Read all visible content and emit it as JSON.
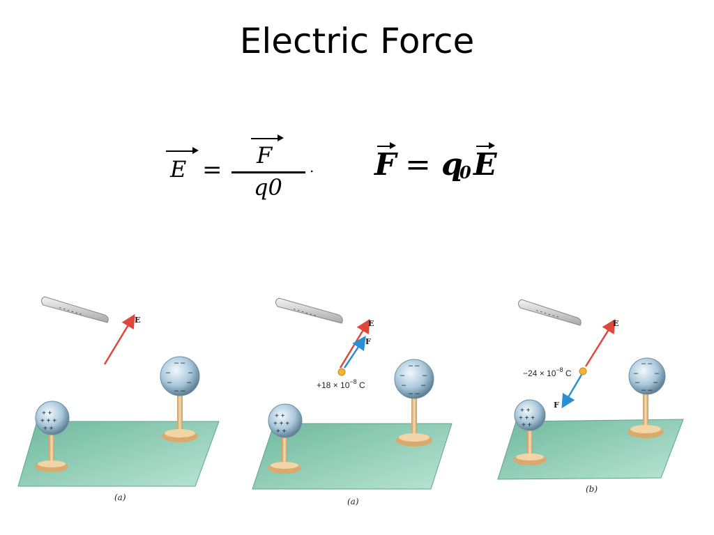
{
  "slide": {
    "title": "Electric Force"
  },
  "equations": {
    "field_def": {
      "lhs": "E",
      "equals": "=",
      "numerator": "F",
      "denominator": "q0",
      "trailing": "."
    },
    "force": {
      "lhs": "F",
      "equals": "=",
      "q": "q",
      "sub": "0",
      "rhs": "E"
    }
  },
  "panels": [
    {
      "caption": "(a)",
      "field_label": "E",
      "force_label": "",
      "charge_label": ""
    },
    {
      "caption": "(a)",
      "field_label": "E",
      "force_label": "F",
      "charge_label": "+18 × 10",
      "charge_exp": "−8",
      "charge_unit": " C"
    },
    {
      "caption": "(b)",
      "field_label": "E",
      "force_label": "F",
      "charge_label": "−24 × 10",
      "charge_exp": "−8",
      "charge_unit": " C"
    }
  ],
  "colors": {
    "table": "#8fcfb9",
    "table_edge": "#5fa48b",
    "sphere": "#b9d6e6",
    "sphere_edge": "#6d8ea3",
    "post": "#e8c08a",
    "field_arrow": "#e0473c",
    "force_arrow": "#2a8fd0",
    "charge": "#f3b43a"
  }
}
